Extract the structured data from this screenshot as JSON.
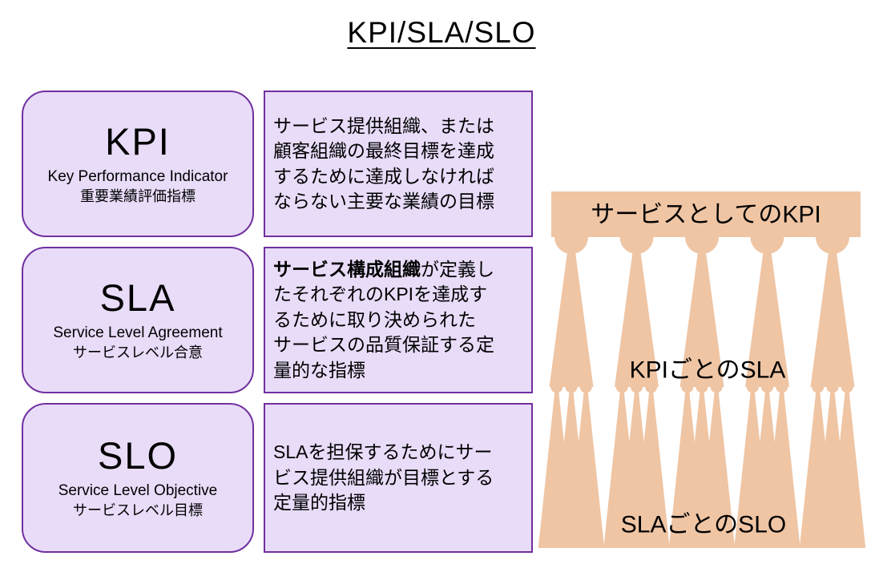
{
  "page": {
    "title": "KPI/SLA/SLO"
  },
  "colors": {
    "box_fill": "#e8dcf8",
    "box_border": "#7030a0",
    "tree_fill": "#efc5a4",
    "text": "#000000"
  },
  "rows": [
    {
      "acronym": "KPI",
      "english": "Key Performance Indicator",
      "japanese": "重要業績評価指標",
      "description": "サービス提供組織、または\n顧客組織の最終目標を達成\nするために達成しなければ\nならない主要な業績の目標"
    },
    {
      "acronym": "SLA",
      "english": "Service Level Agreement",
      "japanese": "サービスレベル合意",
      "description_bold": "サービス構成組織",
      "description": "が定義し\nたそれぞれのKPIを達成す\nるために取り決められた\nサービスの品質保証する定\n量的な指標"
    },
    {
      "acronym": "SLO",
      "english": "Service Level Objective",
      "japanese": "サービスレベル目標",
      "description": "SLAを担保するためにサー\nビス提供組織が目標とする\n定量的指標"
    }
  ],
  "tree": {
    "top_label": "サービスとしてのKPI",
    "middle_label": "KPIごとのSLA",
    "bottom_label": "SLAごとのSLO",
    "kpi_branches": 5,
    "slo_per_branch": 3,
    "fill": "#efc5a4"
  }
}
